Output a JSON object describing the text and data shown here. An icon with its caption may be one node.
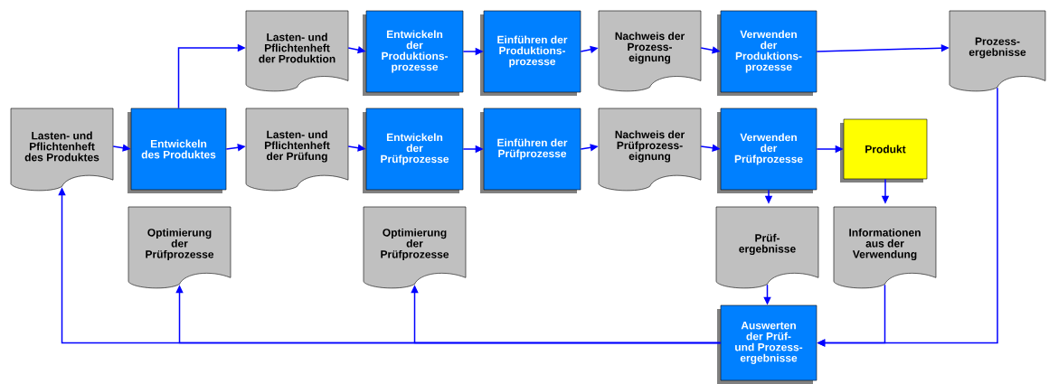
{
  "diagram": {
    "nodes": [
      {
        "text": [
          "Lasten- und Pflichtenheft der Produktion"
        ]
      },
      {
        "text": [
          "Entwickeln der Produktions- prozesse"
        ]
      },
      {
        "text": [
          "Einführen der Produktions- prozesse"
        ]
      },
      {
        "text": [
          "Nachweis der Prozess- eignung"
        ]
      },
      {
        "text": [
          "Verwenden der Produktions- prozesse"
        ]
      },
      {
        "text": [
          "Prozess- ergebnisse"
        ]
      },
      {
        "text": [
          "Lasten- und Pflichtenheft des Produktes"
        ]
      },
      {
        "text": [
          "Entwickeln des Produktes"
        ]
      },
      {
        "text": [
          "Lasten- und Pflichtenheft der Prüfung"
        ]
      },
      {
        "text": [
          "Entwickeln der Prüfprozesse"
        ]
      },
      {
        "text": [
          "Einführen der Prüfprozesse"
        ]
      },
      {
        "text": [
          "Nachweis der Prüfprozess- eignung"
        ]
      },
      {
        "text": [
          "Verwenden der Prüfprozesse"
        ]
      },
      {
        "text": [
          "Produkt"
        ]
      },
      {
        "text": [
          "Optimierung der Prüfprozesse"
        ]
      },
      {
        "text": [
          "Optimierung der Prüfprozesse"
        ]
      },
      {
        "text": [
          "Prüf- ergebnisse"
        ]
      },
      {
        "text": [
          "Informationen aus der Verwendung"
        ]
      },
      {
        "text": [
          "Auswerten der Prüf- und Prozess- ergebnisse"
        ]
      }
    ],
    "edges": [
      {
        "from": 6,
        "to": 7,
        "arrow": "to"
      },
      {
        "from": 7,
        "to": 8,
        "arrow": "to"
      },
      {
        "from": 7,
        "to": 0,
        "arrow": "to"
      },
      {
        "from": 0,
        "to": 1,
        "arrow": "to"
      },
      {
        "from": 1,
        "to": 2,
        "arrow": "to"
      },
      {
        "from": 2,
        "to": 3,
        "arrow": "to"
      },
      {
        "from": 3,
        "to": 4,
        "arrow": "to"
      },
      {
        "from": 4,
        "to": 5,
        "arrow": "to"
      },
      {
        "from": 8,
        "to": 9,
        "arrow": "to"
      },
      {
        "from": 9,
        "to": 10,
        "arrow": "to"
      },
      {
        "from": 10,
        "to": 11,
        "arrow": "to"
      },
      {
        "from": 11,
        "to": 12,
        "arrow": "to"
      },
      {
        "from": 12,
        "to": 13,
        "arrow": "to"
      },
      {
        "from": 12,
        "to": 16,
        "arrow": "to"
      },
      {
        "from": 13,
        "to": 17,
        "arrow": "to"
      },
      {
        "from": 16,
        "to": 18,
        "arrow": "to"
      },
      {
        "from": 5,
        "to": 18,
        "arrow": "to"
      },
      {
        "from": 17,
        "to": 18,
        "arrow": "to"
      },
      {
        "from": 18,
        "to": 6,
        "arrow": "to"
      },
      {
        "from": 18,
        "to": 14,
        "arrow": "to"
      },
      {
        "from": 18,
        "to": 15,
        "arrow": "to"
      }
    ]
  }
}
